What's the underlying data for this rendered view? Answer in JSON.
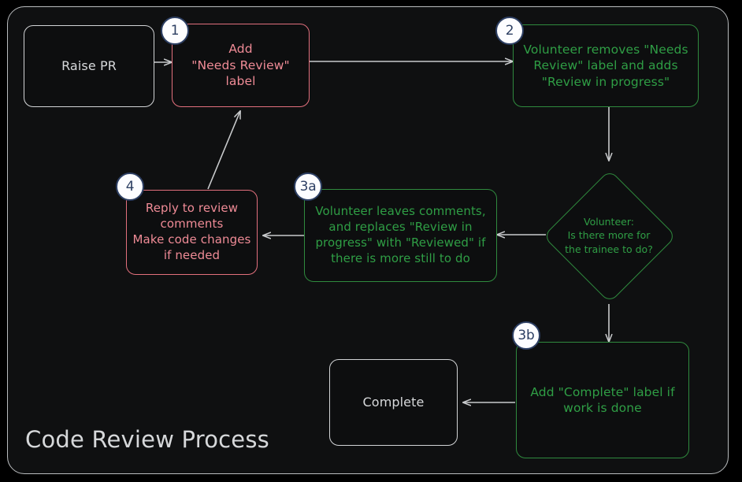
{
  "diagram": {
    "title": "Code Review Process",
    "type": "flowchart",
    "background_color": "#000000",
    "frame_color": "#b9bcbe",
    "palette": {
      "gray": "#d2d4d6",
      "red": "#e2707d",
      "green": "#2f8a3e",
      "badge_fill": "#fdfdff",
      "badge_stroke": "#2d3f63",
      "arrow": "#c9cbcd"
    },
    "nodes": [
      {
        "id": "raise-pr",
        "label": "Raise PR",
        "shape": "rounded-rect",
        "color": "gray",
        "badge": null
      },
      {
        "id": "add-label",
        "label": "Add\n\"Needs Review\"\nlabel",
        "shape": "rounded-rect",
        "color": "red",
        "badge": "1"
      },
      {
        "id": "volunteer-removes",
        "label": "Volunteer removes \"Needs\nReview\" label and adds\n\"Review in progress\"",
        "shape": "rounded-rect",
        "color": "green",
        "badge": "2"
      },
      {
        "id": "decision",
        "label": "Volunteer:\nIs there more for\nthe trainee to do?",
        "shape": "diamond",
        "color": "green",
        "badge": null
      },
      {
        "id": "leaves-comments",
        "label": "Volunteer leaves comments,\nand replaces \"Review in\nprogress\" with \"Reviewed\" if\nthere is more still to do",
        "shape": "rounded-rect",
        "color": "green",
        "badge": "3a"
      },
      {
        "id": "reply-to-review",
        "label": "Reply to review\ncomments\nMake code changes\nif needed",
        "shape": "rounded-rect",
        "color": "red",
        "badge": "4"
      },
      {
        "id": "add-complete",
        "label": "Add \"Complete\" label if\nwork is done",
        "shape": "rounded-rect",
        "color": "green",
        "badge": "3b"
      },
      {
        "id": "complete",
        "label": "Complete",
        "shape": "rounded-rect",
        "color": "gray",
        "badge": null
      }
    ],
    "badges": [
      {
        "id": "badge-1",
        "text": "1"
      },
      {
        "id": "badge-2",
        "text": "2"
      },
      {
        "id": "badge-3a",
        "text": "3a"
      },
      {
        "id": "badge-3b",
        "text": "3b"
      },
      {
        "id": "badge-4",
        "text": "4"
      }
    ],
    "edges": [
      {
        "from": "raise-pr",
        "to": "add-label",
        "label": ""
      },
      {
        "from": "add-label",
        "to": "volunteer-removes",
        "label": ""
      },
      {
        "from": "volunteer-removes",
        "to": "decision",
        "label": ""
      },
      {
        "from": "decision",
        "to": "leaves-comments",
        "label": ""
      },
      {
        "from": "decision",
        "to": "add-complete",
        "label": ""
      },
      {
        "from": "leaves-comments",
        "to": "reply-to-review",
        "label": ""
      },
      {
        "from": "reply-to-review",
        "to": "add-label",
        "label": ""
      },
      {
        "from": "add-complete",
        "to": "complete",
        "label": ""
      }
    ]
  }
}
